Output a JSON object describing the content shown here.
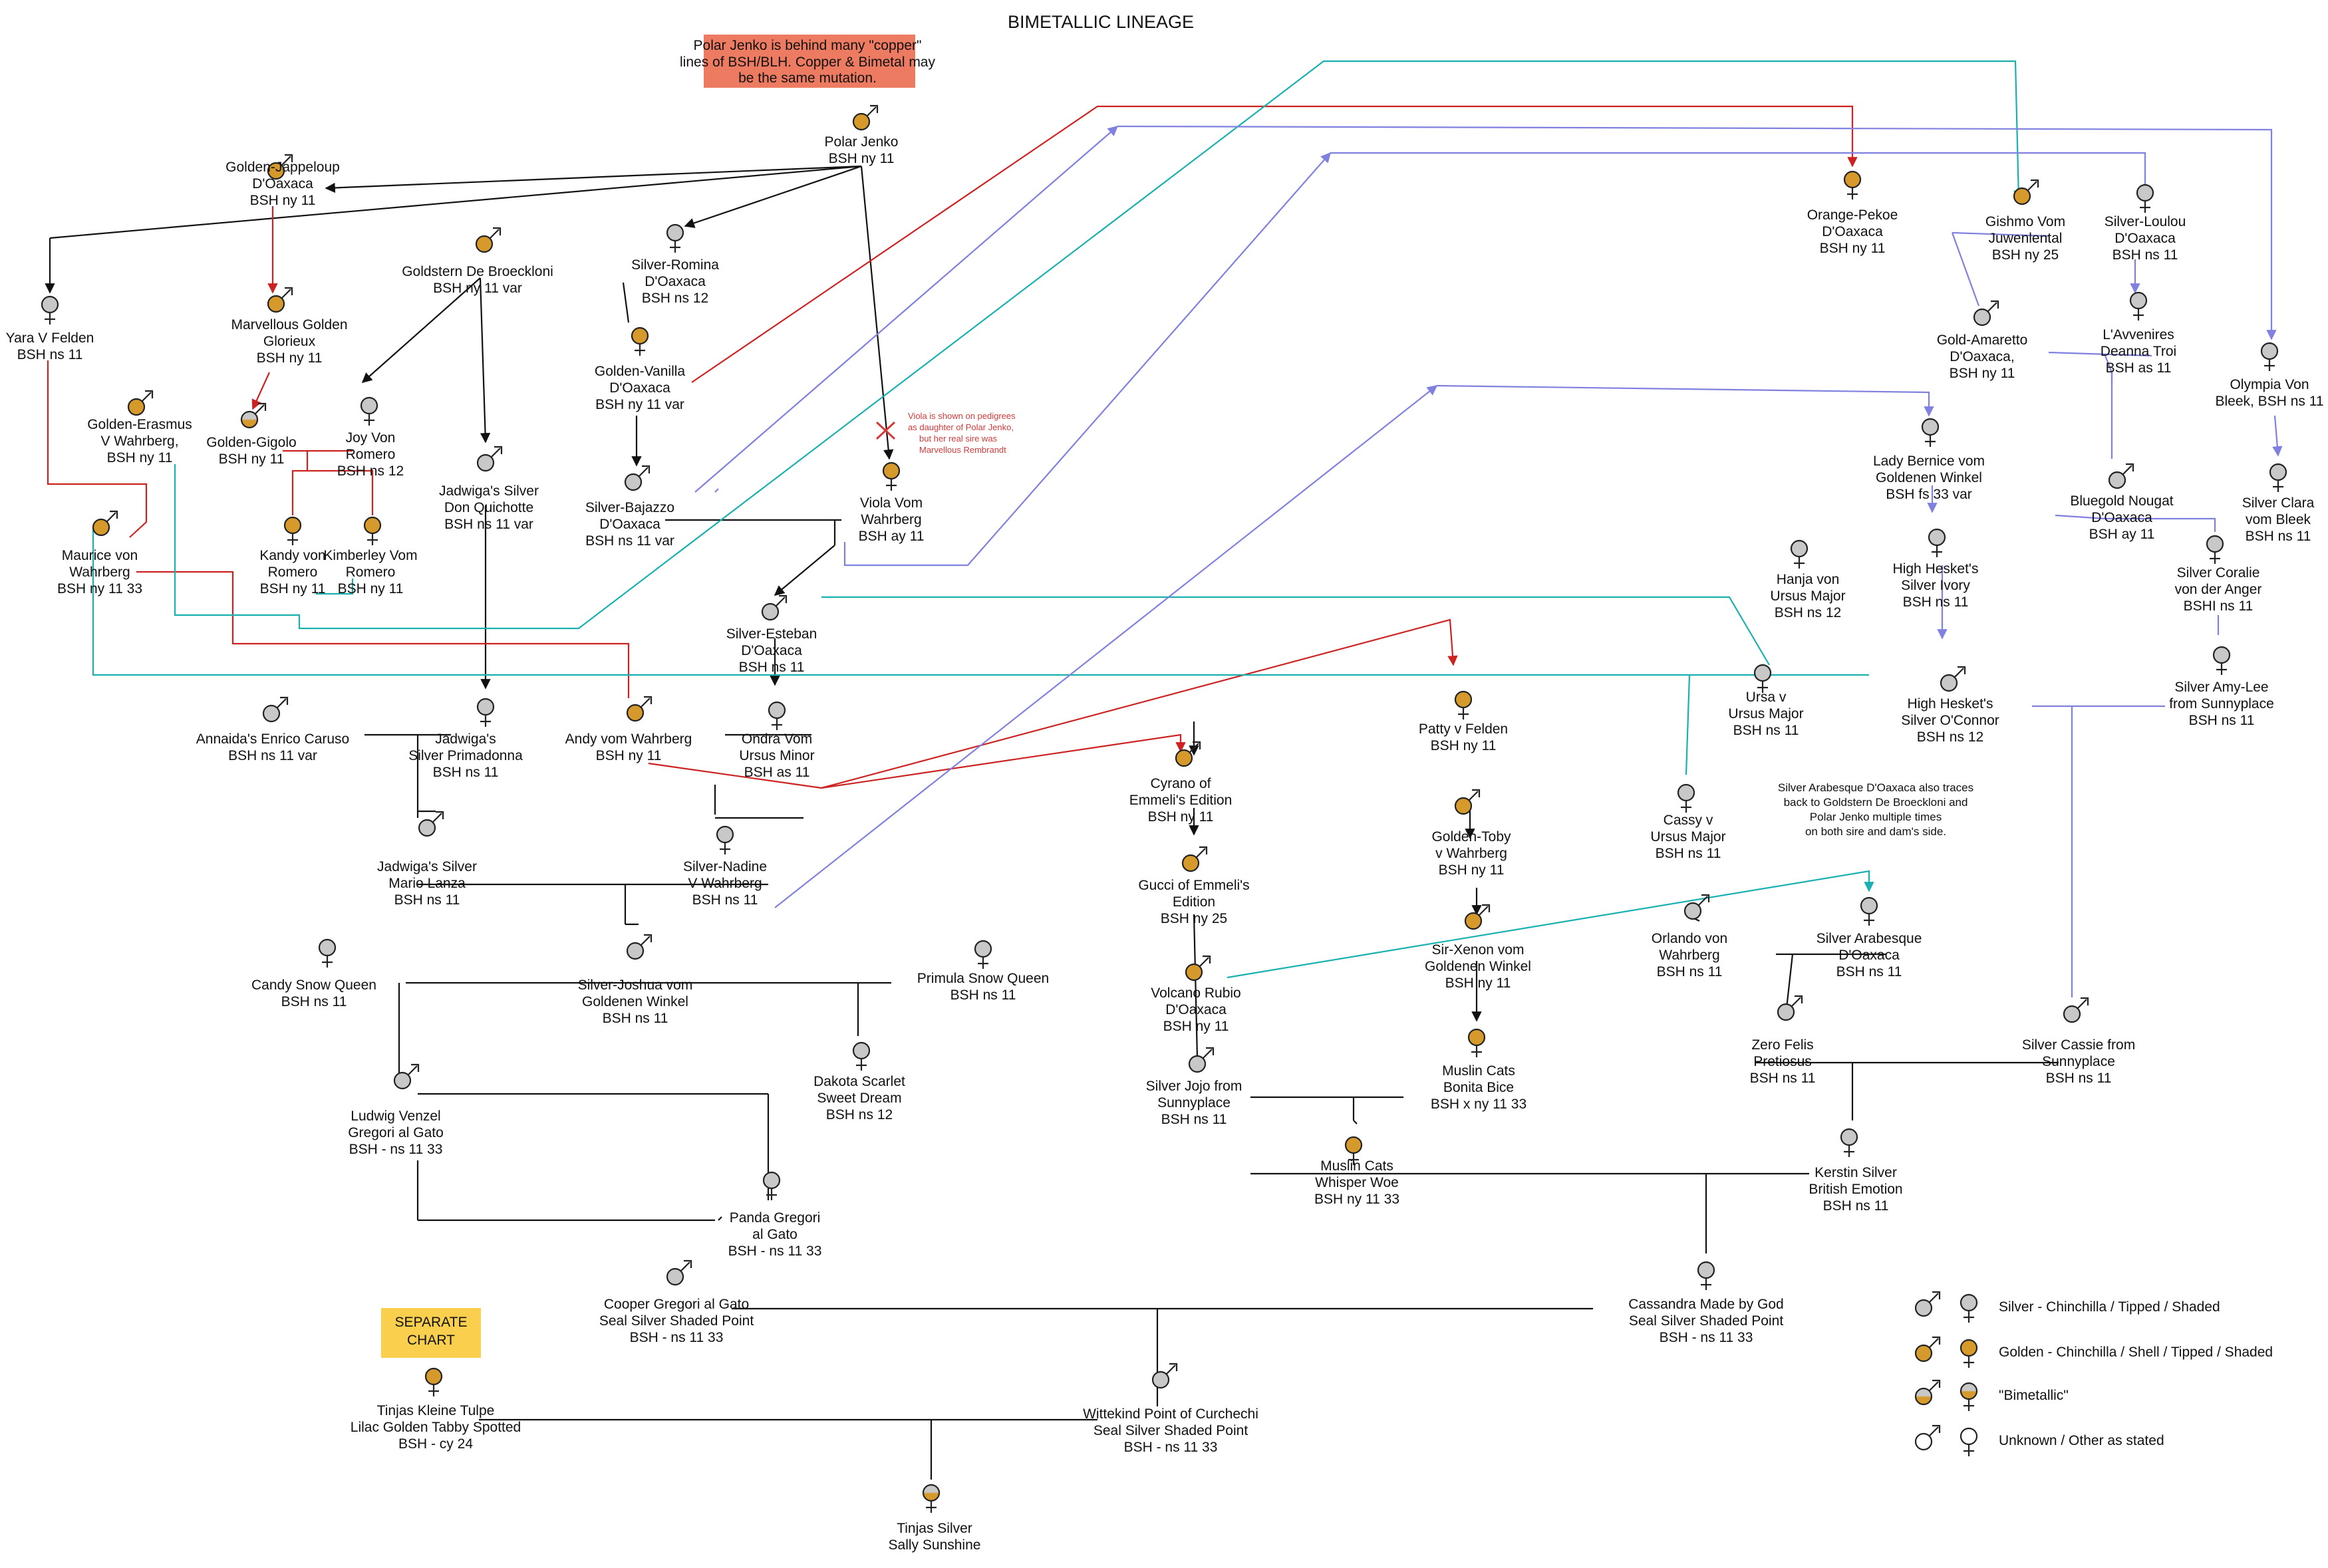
{
  "title": "BIMETALLIC LINEAGE",
  "colors": {
    "silver_fill": "#c8c8c8",
    "golden_fill": "#d69a2c",
    "bimetallic_top": "#c8c8c8",
    "bimetallic_bottom": "#d69a2c",
    "red_line": "#cc2222",
    "teal_line": "#1ab0b0",
    "purple_line": "#8080e0",
    "black_line": "#111111",
    "salmon_box": "#ec7b62",
    "yellow_box": "#f9cf4d"
  },
  "note_top": [
    "Polar Jenko is behind many \"copper\"",
    "lines of BSH/BLH. Copper & Bimetal may",
    "be the same mutation."
  ],
  "note_viola": [
    "Viola is shown on pedigrees",
    "as daughter of Polar Jenko,",
    "but her real sire was",
    "Marvellous Rembrandt"
  ],
  "note_arabesque": [
    "Silver Arabesque D'Oaxaca also traces",
    "back to Goldstern De Broeckloni and",
    "Polar Jenko multiple times",
    "on both sire and dam's side."
  ],
  "separate_chart": [
    "SEPARATE",
    "CHART"
  ],
  "legend": [
    {
      "icon": "silver",
      "label": "Silver - Chinchilla / Tipped / Shaded"
    },
    {
      "icon": "golden",
      "label": "Golden - Chinchilla / Shell / Tipped / Shaded"
    },
    {
      "icon": "bimetallic",
      "label": "\"Bimetallic\""
    },
    {
      "icon": "unknown",
      "label": "Unknown / Other as stated"
    }
  ],
  "cats": [
    {
      "id": "polar-jenko",
      "sex": "male",
      "color": "golden",
      "lines": [
        "Polar Jenko",
        "BSH ny 11"
      ]
    },
    {
      "id": "golden-jappeloup",
      "sex": "male",
      "color": "golden",
      "lines": [
        "Golden-Jappeloup",
        "D'Oaxaca",
        "BSH ny 11"
      ]
    },
    {
      "id": "goldstern",
      "sex": "male",
      "color": "golden",
      "lines": [
        "Goldstern De Broeckloni",
        "BSH ny 11 var"
      ]
    },
    {
      "id": "silver-romina",
      "sex": "female",
      "color": "silver",
      "lines": [
        "Silver-Romina",
        "D'Oaxaca",
        "BSH ns 12"
      ]
    },
    {
      "id": "yara",
      "sex": "female",
      "color": "silver",
      "lines": [
        "Yara V Felden",
        "BSH ns 11"
      ]
    },
    {
      "id": "marvellous-golden",
      "sex": "male",
      "color": "golden",
      "lines": [
        "Marvellous Golden",
        "Glorieux",
        "BSH ny 11"
      ]
    },
    {
      "id": "golden-erasmus",
      "sex": "male",
      "color": "golden",
      "lines": [
        "Golden-Erasmus",
        "V Wahrberg,",
        "BSH ny 11"
      ]
    },
    {
      "id": "golden-gigolo",
      "sex": "male",
      "color": "bimetallic",
      "lines": [
        "Golden-Gigolo",
        "BSH ny 11"
      ]
    },
    {
      "id": "joy-von-romero",
      "sex": "female",
      "color": "silver",
      "lines": [
        "Joy Von",
        "Romero",
        "BSH ns 12"
      ]
    },
    {
      "id": "golden-vanilla",
      "sex": "female",
      "color": "golden",
      "lines": [
        "Golden-Vanilla",
        "D'Oaxaca",
        "BSH ny 11 var"
      ]
    },
    {
      "id": "jadwigas-don",
      "sex": "male",
      "color": "silver",
      "lines": [
        "Jadwiga's Silver",
        "Don Quichotte",
        "BSH ns 11 var"
      ]
    },
    {
      "id": "silver-bajazzo",
      "sex": "male",
      "color": "silver",
      "lines": [
        "Silver-Bajazzo",
        "D'Oaxaca",
        "BSH ns 11 var"
      ]
    },
    {
      "id": "viola",
      "sex": "female",
      "color": "golden",
      "lines": [
        "Viola Vom",
        "Wahrberg",
        "BSH ay 11"
      ]
    },
    {
      "id": "maurice",
      "sex": "male",
      "color": "golden",
      "lines": [
        "Maurice von",
        "Wahrberg",
        "BSH ny 11 33"
      ]
    },
    {
      "id": "kandy",
      "sex": "female",
      "color": "golden",
      "lines": [
        "Kandy von",
        "Romero",
        "BSH ny 11"
      ]
    },
    {
      "id": "kimberley",
      "sex": "female",
      "color": "golden",
      "lines": [
        "Kimberley Vom",
        "Romero",
        "BSH ny 11"
      ]
    },
    {
      "id": "silver-esteban",
      "sex": "male",
      "color": "silver",
      "lines": [
        "Silver-Esteban",
        "D'Oaxaca",
        "BSH ns 11"
      ]
    },
    {
      "id": "annaida",
      "sex": "male",
      "color": "silver",
      "lines": [
        "Annaida's Enrico Caruso",
        "BSH ns 11 var"
      ]
    },
    {
      "id": "jadwigas-primadonna",
      "sex": "female",
      "color": "silver",
      "lines": [
        "Jadwiga's",
        "Silver Primadonna",
        "BSH ns 11"
      ]
    },
    {
      "id": "andy",
      "sex": "male",
      "color": "golden",
      "lines": [
        "Andy vom Wahrberg",
        "BSH ny 11"
      ]
    },
    {
      "id": "ondra",
      "sex": "female",
      "color": "silver",
      "lines": [
        "Ondra Vom",
        "Ursus Minor",
        "BSH as 11"
      ]
    },
    {
      "id": "jadwigas-mario",
      "sex": "male",
      "color": "silver",
      "lines": [
        "Jadwiga's Silver",
        "Mario Lanza",
        "BSH ns 11"
      ]
    },
    {
      "id": "silver-nadine",
      "sex": "female",
      "color": "silver",
      "lines": [
        "Silver-Nadine",
        "V Wahrberg",
        "BSH ns 11"
      ]
    },
    {
      "id": "candy",
      "sex": "female",
      "color": "silver",
      "lines": [
        "Candy Snow Queen",
        "BSH ns 11"
      ]
    },
    {
      "id": "silver-joshua",
      "sex": "male",
      "color": "silver",
      "lines": [
        "Silver-Joshua vom",
        "Goldenen Winkel",
        "BSH ns 11"
      ]
    },
    {
      "id": "primula",
      "sex": "female",
      "color": "silver",
      "lines": [
        "Primula Snow Queen",
        "BSH ns 11"
      ]
    },
    {
      "id": "ludwig",
      "sex": "male",
      "color": "silver",
      "lines": [
        "Ludwig Venzel",
        "Gregori al Gato",
        "BSH - ns 11 33"
      ]
    },
    {
      "id": "dakota",
      "sex": "female",
      "color": "silver",
      "lines": [
        "Dakota Scarlet",
        "Sweet Dream",
        "BSH ns 12"
      ]
    },
    {
      "id": "panda",
      "sex": "female",
      "color": "silver",
      "lines": [
        "Panda Gregori",
        "al Gato",
        "BSH - ns 11 33"
      ]
    },
    {
      "id": "cooper",
      "sex": "male",
      "color": "silver",
      "lines": [
        "Cooper Gregori al Gato",
        "Seal Silver Shaded Point",
        "BSH - ns 11 33"
      ]
    },
    {
      "id": "tinjas-tulpe",
      "sex": "female",
      "color": "golden",
      "lines": [
        "Tinjas Kleine Tulpe",
        "Lilac Golden Tabby Spotted",
        "BSH - cy 24"
      ]
    },
    {
      "id": "wittekind",
      "sex": "male",
      "color": "silver",
      "lines": [
        "Wittekind Point of Curchechi",
        "Seal Silver Shaded Point",
        "BSH - ns 11 33"
      ]
    },
    {
      "id": "tinjas-sally",
      "sex": "female",
      "color": "bimetallic",
      "lines": [
        "Tinjas Silver",
        "Sally Sunshine"
      ]
    },
    {
      "id": "cyrano",
      "sex": "male",
      "color": "golden",
      "lines": [
        "Cyrano of",
        "Emmeli's Edition",
        "BSH ny 11"
      ]
    },
    {
      "id": "gucci",
      "sex": "male",
      "color": "golden",
      "lines": [
        "Gucci of Emmeli's",
        "Edition",
        "BSH ny 25"
      ]
    },
    {
      "id": "volcano",
      "sex": "male",
      "color": "golden",
      "lines": [
        "Volcano Rubio",
        "D'Oaxaca",
        "BSH ny 11"
      ]
    },
    {
      "id": "silver-jojo",
      "sex": "male",
      "color": "silver",
      "lines": [
        "Silver Jojo from",
        "Sunnyplace",
        "BSH ns 11"
      ]
    },
    {
      "id": "patty",
      "sex": "female",
      "color": "golden",
      "lines": [
        "Patty v Felden",
        "BSH ny 11"
      ]
    },
    {
      "id": "golden-toby",
      "sex": "male",
      "color": "golden",
      "lines": [
        "Golden-Toby",
        "v Wahrberg",
        "BSH ny 11"
      ]
    },
    {
      "id": "sir-xenon",
      "sex": "male",
      "color": "golden",
      "lines": [
        "Sir-Xenon vom",
        "Goldenen Winkel",
        "BSH ny 11"
      ]
    },
    {
      "id": "muslin-bonita",
      "sex": "female",
      "color": "golden",
      "lines": [
        "Muslin Cats",
        "Bonita Bice",
        "BSH x ny 11 33"
      ]
    },
    {
      "id": "muslin-whisper",
      "sex": "female",
      "color": "golden",
      "lines": [
        "Muslin Cats",
        "Whisper Woe",
        "BSH ny 11 33"
      ]
    },
    {
      "id": "hanja",
      "sex": "female",
      "color": "silver",
      "lines": [
        "Hanja von",
        "Ursus Major",
        "BSH ns 12"
      ]
    },
    {
      "id": "ursa",
      "sex": "female",
      "color": "silver",
      "lines": [
        "Ursa v",
        "Ursus Major",
        "BSH ns 11"
      ]
    },
    {
      "id": "cassy",
      "sex": "female",
      "color": "silver",
      "lines": [
        "Cassy v",
        "Ursus Major",
        "BSH ns 11"
      ]
    },
    {
      "id": "orlando",
      "sex": "male",
      "color": "silver",
      "lines": [
        "Orlando von",
        "Wahrberg",
        "BSH ns 11"
      ]
    },
    {
      "id": "silver-arabesque",
      "sex": "female",
      "color": "silver",
      "lines": [
        "Silver Arabesque",
        "D'Oaxaca",
        "BSH ns 11"
      ]
    },
    {
      "id": "zero-felis",
      "sex": "male",
      "color": "silver",
      "lines": [
        "Zero Felis",
        "Pretiosus",
        "BSH ns 11"
      ]
    },
    {
      "id": "kerstin",
      "sex": "female",
      "color": "silver",
      "lines": [
        "Kerstin Silver",
        "British Emotion",
        "BSH ns 11"
      ]
    },
    {
      "id": "cassandra",
      "sex": "female",
      "color": "silver",
      "lines": [
        "Cassandra Made by God",
        "Seal Silver Shaded Point",
        "BSH - ns 11 33"
      ]
    },
    {
      "id": "orange-pekoe",
      "sex": "female",
      "color": "golden",
      "lines": [
        "Orange-Pekoe",
        "D'Oaxaca",
        "BSH ny 11"
      ]
    },
    {
      "id": "gishmo",
      "sex": "male",
      "color": "golden",
      "lines": [
        "Gishmo Vom",
        "Juwenlental",
        "BSH ny 25"
      ]
    },
    {
      "id": "silver-loulou",
      "sex": "female",
      "color": "silver",
      "lines": [
        "Silver-Loulou",
        "D'Oaxaca",
        "BSH ns 11"
      ]
    },
    {
      "id": "gold-amaretto",
      "sex": "male",
      "color": "silver",
      "lines": [
        "Gold-Amaretto",
        "D'Oaxaca,",
        "BSH ny 11"
      ]
    },
    {
      "id": "lavvenires",
      "sex": "female",
      "color": "silver",
      "lines": [
        "L'Avvenires",
        "Deanna Troi",
        "BSH as 11"
      ]
    },
    {
      "id": "olympia",
      "sex": "female",
      "color": "silver",
      "lines": [
        "Olympia Von",
        "Bleek, BSH ns 11"
      ]
    },
    {
      "id": "lady-bernice",
      "sex": "female",
      "color": "silver",
      "lines": [
        "Lady Bernice vom",
        "Goldenen Winkel",
        "BSH fs 33 var"
      ]
    },
    {
      "id": "bluegold",
      "sex": "male",
      "color": "silver",
      "lines": [
        "Bluegold Nougat",
        "D'Oaxaca",
        "BSH ay 11"
      ]
    },
    {
      "id": "silver-clara",
      "sex": "female",
      "color": "silver",
      "lines": [
        "Silver Clara",
        "vom Bleek",
        "BSH ns 11"
      ]
    },
    {
      "id": "high-ivory",
      "sex": "female",
      "color": "silver",
      "lines": [
        "High Hesket's",
        "Silver Ivory",
        "BSH ns 11"
      ]
    },
    {
      "id": "silver-coralie",
      "sex": "female",
      "color": "silver",
      "lines": [
        "Silver Coralie",
        "von der Anger",
        "BSHI ns 11"
      ]
    },
    {
      "id": "high-oconnor",
      "sex": "male",
      "color": "silver",
      "lines": [
        "High Hesket's",
        "Silver O'Connor",
        "BSH ns 12"
      ]
    },
    {
      "id": "silver-amy-lee",
      "sex": "female",
      "color": "silver",
      "lines": [
        "Silver Amy-Lee",
        "from Sunnyplace",
        "BSH ns 11"
      ]
    },
    {
      "id": "silver-cassie",
      "sex": "male",
      "color": "silver",
      "lines": [
        "Silver Cassie from",
        "Sunnyplace",
        "BSH ns 11"
      ]
    }
  ]
}
